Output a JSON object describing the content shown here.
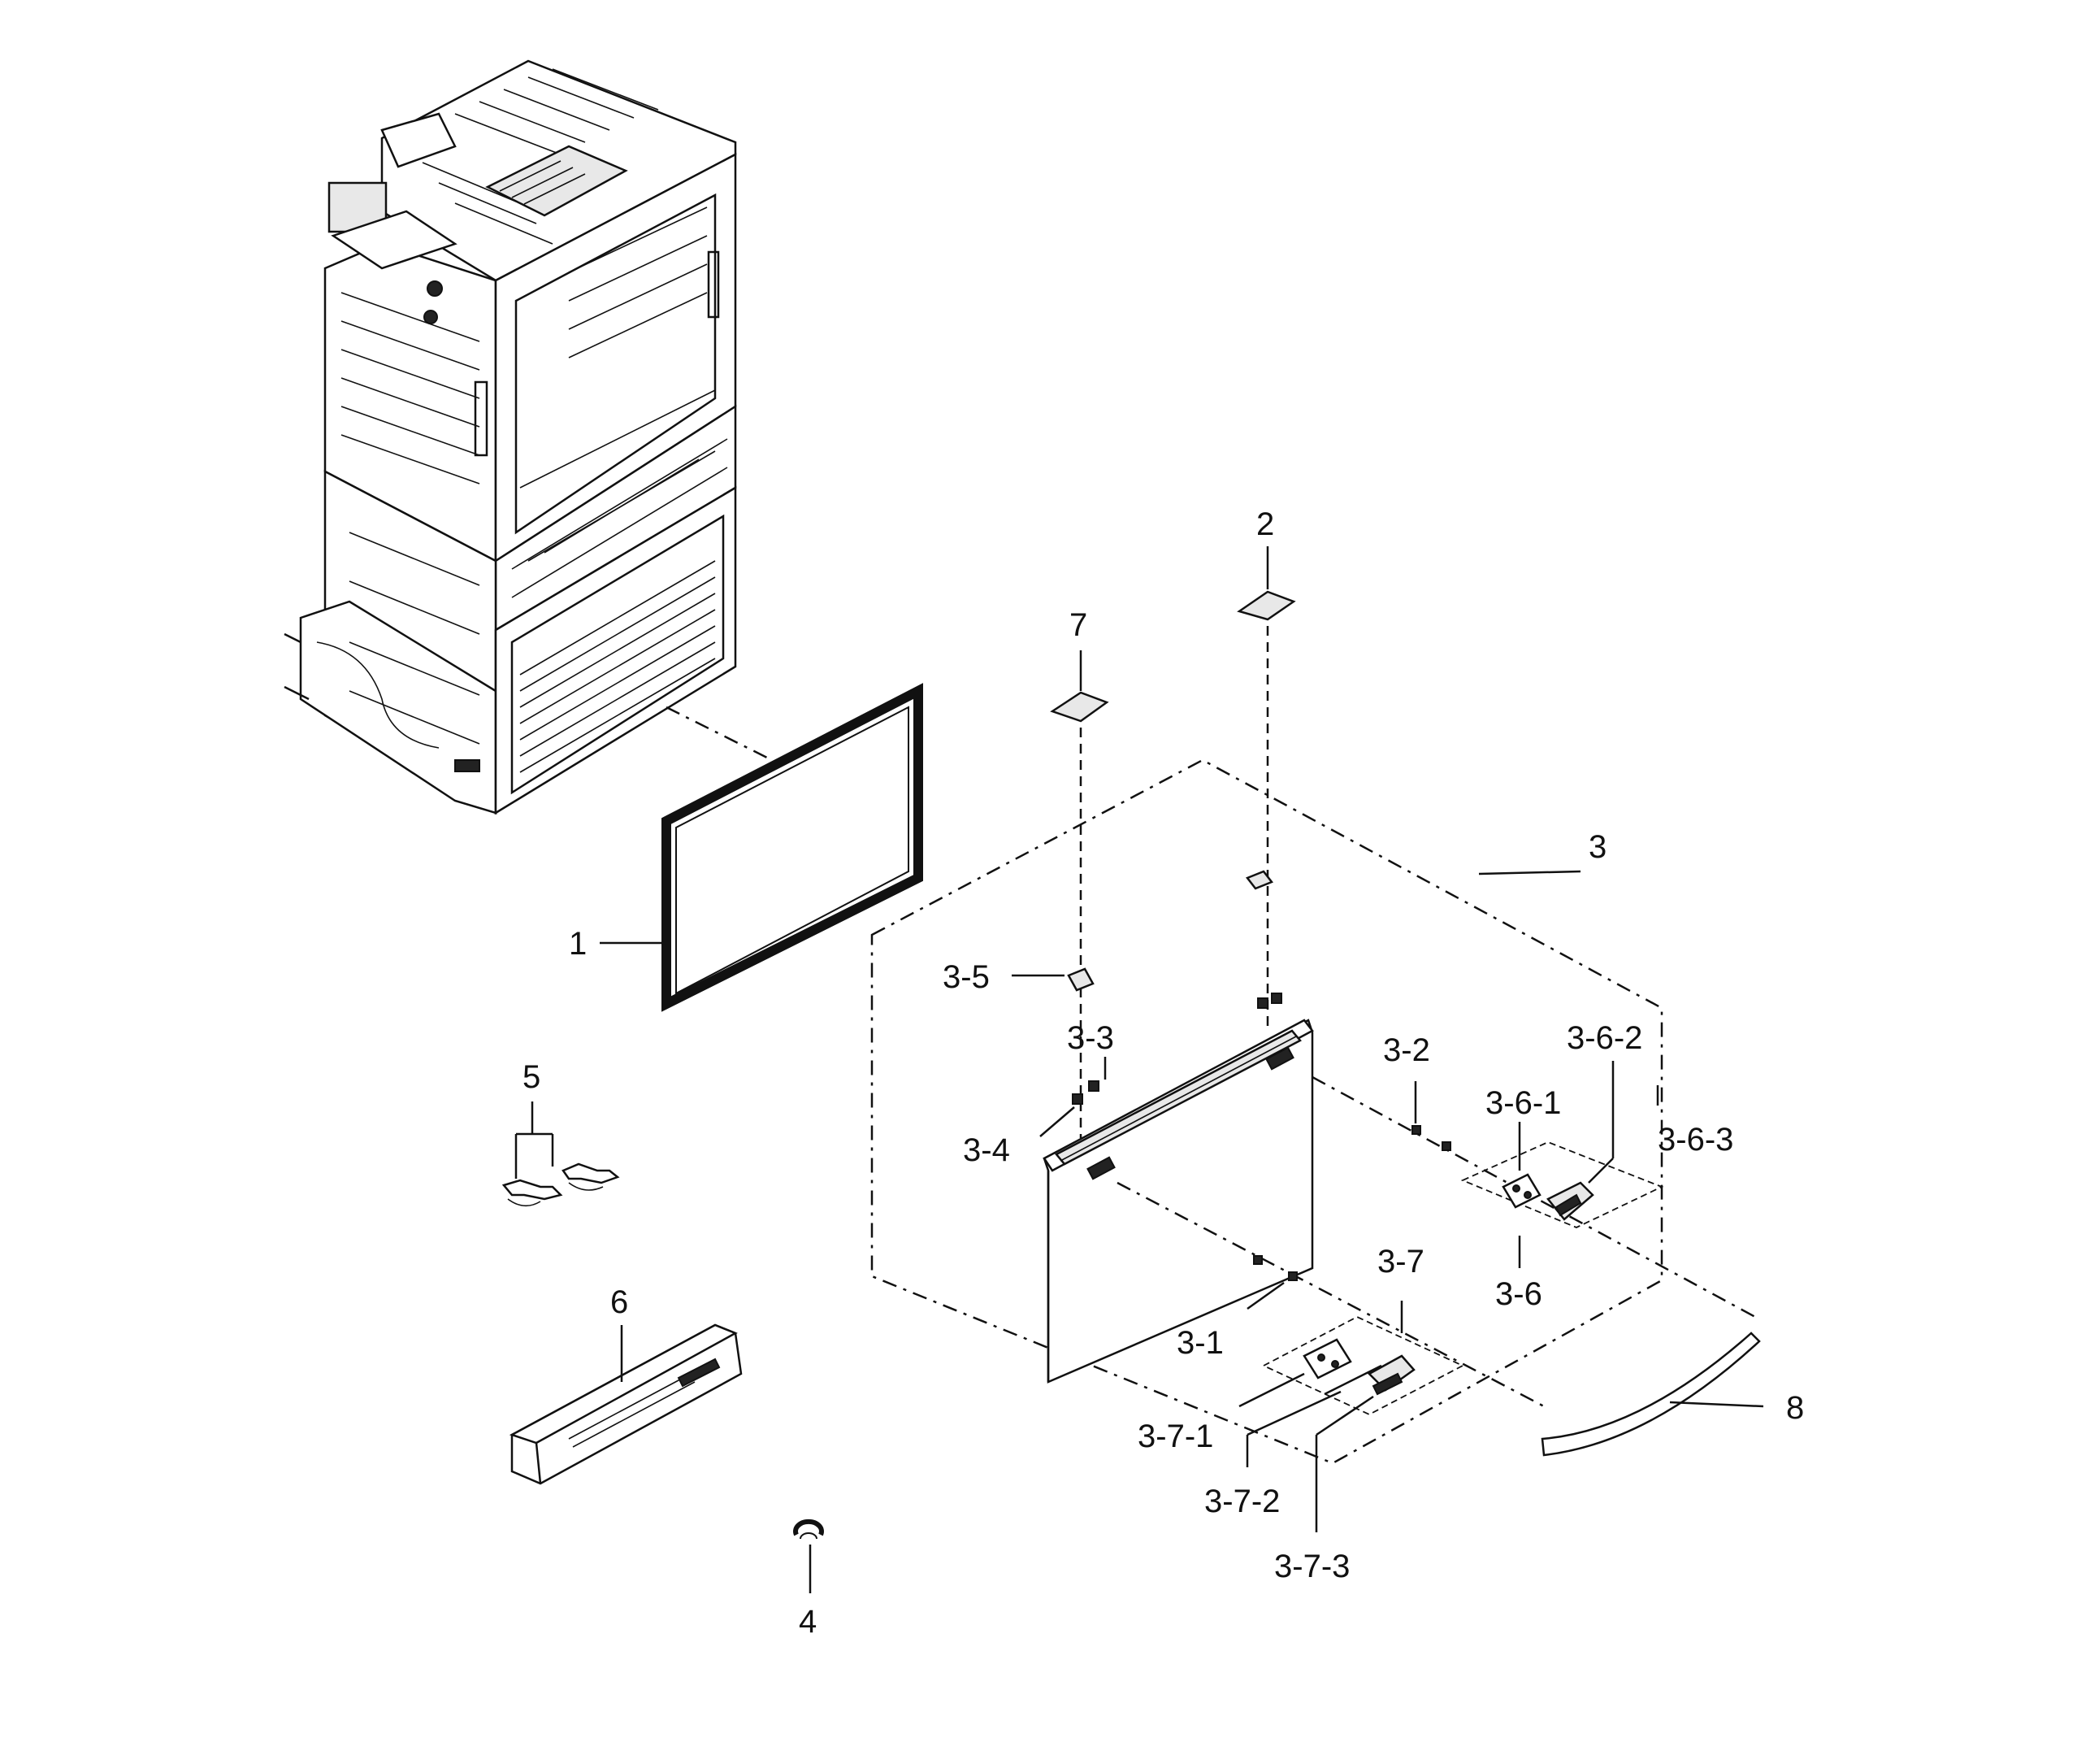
{
  "diagram": {
    "labels": {
      "p1": "1",
      "p2": "2",
      "p3": "3",
      "p3_1": "3-1",
      "p3_2": "3-2",
      "p3_3": "3-3",
      "p3_4": "3-4",
      "p3_5": "3-5",
      "p3_6": "3-6",
      "p3_6_1": "3-6-1",
      "p3_6_2": "3-6-2",
      "p3_6_3": "3-6-3",
      "p3_7": "3-7",
      "p3_7_1": "3-7-1",
      "p3_7_2": "3-7-2",
      "p3_7_3": "3-7-3",
      "p4": "4",
      "p5": "5",
      "p6": "6",
      "p7": "7",
      "p8": "8"
    }
  }
}
